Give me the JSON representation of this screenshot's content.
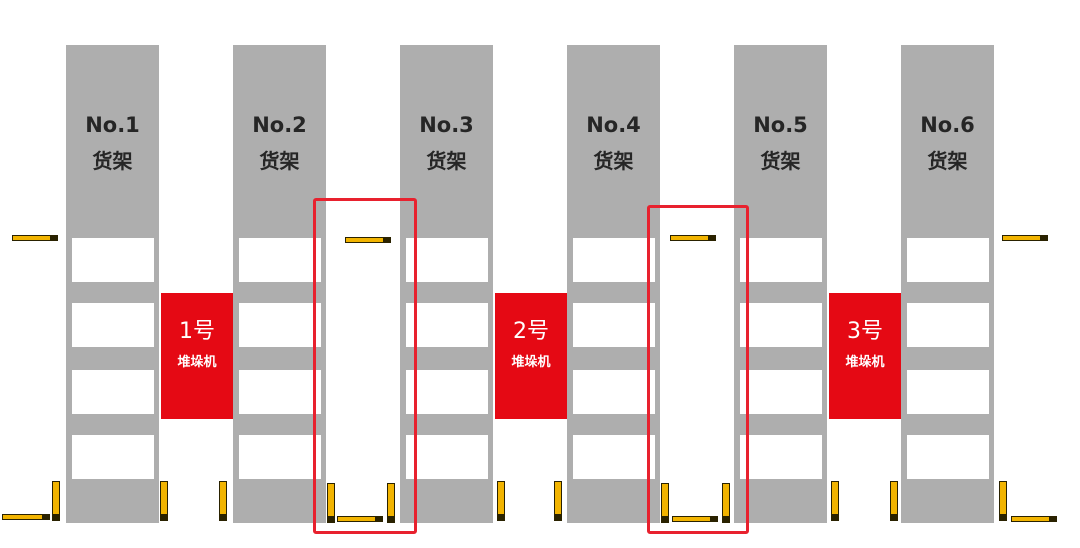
{
  "shelves": [
    {
      "name": "No.1",
      "label": "货架"
    },
    {
      "name": "No.2",
      "label": "货架"
    },
    {
      "name": "No.3",
      "label": "货架"
    },
    {
      "name": "No.4",
      "label": "货架"
    },
    {
      "name": "No.5",
      "label": "货架"
    },
    {
      "name": "No.6",
      "label": "货架"
    }
  ],
  "stackers": [
    {
      "number": "1号",
      "label": "堆垛机"
    },
    {
      "number": "2号",
      "label": "堆垛机"
    },
    {
      "number": "3号",
      "label": "堆垛机"
    }
  ],
  "colors": {
    "shelf": "#aeaeae",
    "stacker": "#e50914",
    "highlight_frame": "#e8212e",
    "sensor": "#f2b400"
  }
}
